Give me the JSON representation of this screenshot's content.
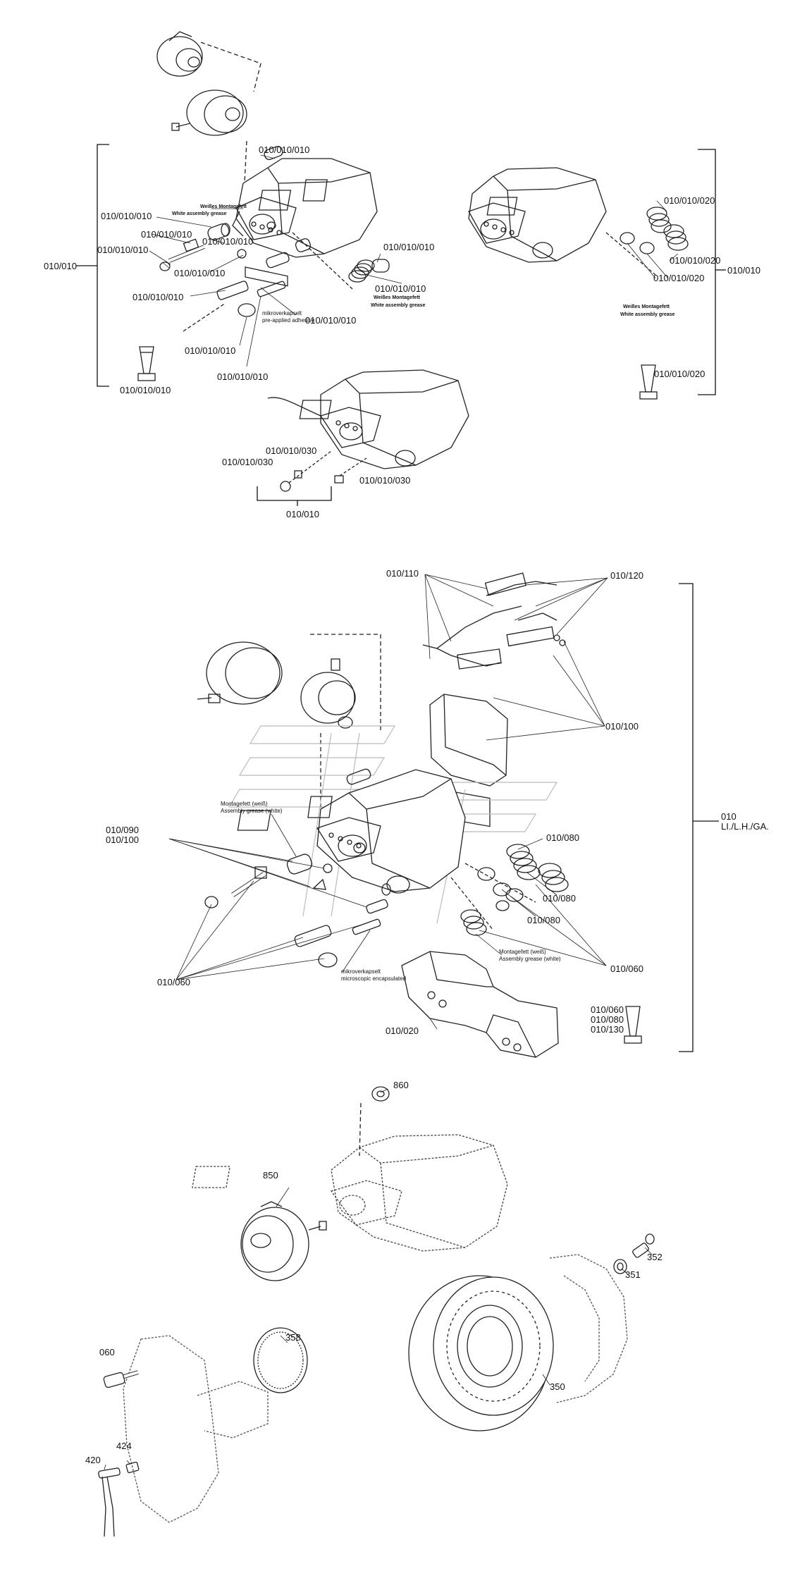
{
  "section1": {
    "top_labels": [
      "010/010/010",
      "010/010/010",
      "010/010/010",
      "010/010/010",
      "010/010/010",
      "010/010/010",
      "010/010/010",
      "010/010/010",
      "010/010/010",
      "010/010/010",
      "010/010/010",
      "010/010/010"
    ],
    "grease_white_1": [
      "Weißes Montagefett",
      "White assembly grease"
    ],
    "grease_white_2": [
      "Weißes Montagefett",
      "White assembly grease"
    ],
    "adhesive": [
      "mikroverkapselt",
      "pre-applied adhesive"
    ],
    "bracket_left": "010/010",
    "right_labels": [
      "010/010/020",
      "010/010/020",
      "010/010/020",
      "010/010/020"
    ],
    "grease_white_3": [
      "Weißes Montagefett",
      "White assembly grease"
    ],
    "bracket_right": "010/010",
    "bottom_labels": [
      "010/010/030",
      "010/010/030",
      "010/010/030"
    ],
    "bracket_bottom": "010/010"
  },
  "section2": {
    "l110": "010/110",
    "l120": "010/120",
    "l100a": "010/100",
    "grease_a": [
      "Montagefett (weiß)",
      "Assembly grease (white)"
    ],
    "l090": [
      "010/090",
      "010/100"
    ],
    "l080a": "010/080",
    "l080b": "010/080",
    "l080c": "010/080",
    "grease_b": [
      "Montagefett (weiß)",
      "Assembly grease (white)"
    ],
    "adhesive": [
      "mikroverkapselt",
      "microscopic encapsulated"
    ],
    "l060a": "010/060",
    "l060b": "010/060",
    "l020": "010/020",
    "tube_labels": [
      "010/060",
      "010/080",
      "010/130"
    ],
    "bracket": [
      "010",
      "LI./L.H./GA."
    ]
  },
  "section3": {
    "l860": "860",
    "l850": "850",
    "l352": "352",
    "l351": "351",
    "l358": "358",
    "l060": "060",
    "l350": "350",
    "l424": "424",
    "l420": "420"
  }
}
